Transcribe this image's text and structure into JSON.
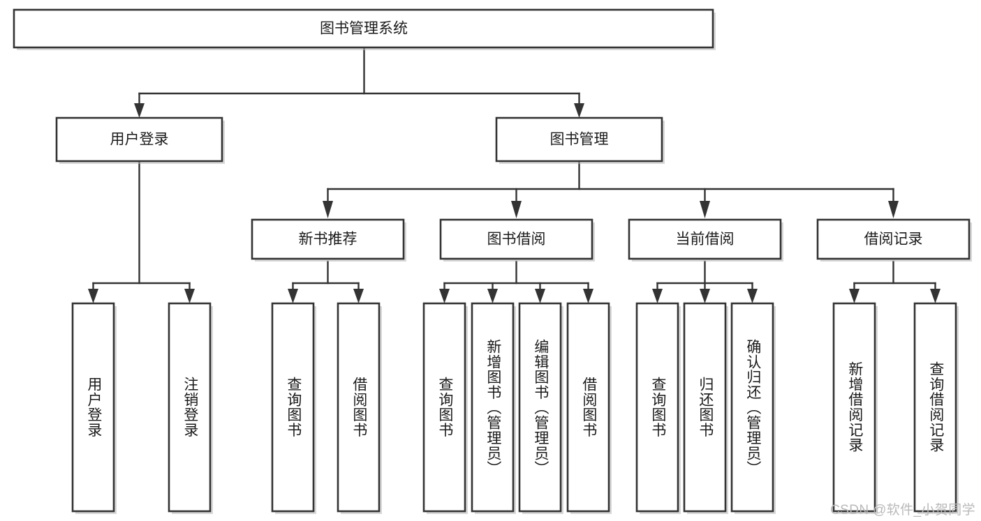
{
  "diagram": {
    "title": "图书管理系统",
    "type": "tree-hierarchy",
    "watermark": "CSDN @软件_小贺同学",
    "colors": {
      "background": "#ffffff",
      "box_border": "#333333",
      "box_fill": "#ffffff",
      "line": "#333333",
      "text": "#1a1a1a",
      "watermark": "#b9b9b9"
    },
    "root": {
      "id": "root",
      "label": "图书管理系统"
    },
    "level1": [
      {
        "id": "user-login",
        "label": "用户登录"
      },
      {
        "id": "book-manage",
        "label": "图书管理"
      }
    ],
    "level2": [
      {
        "id": "new-book-rec",
        "label": "新书推荐",
        "parent": "book-manage"
      },
      {
        "id": "book-borrow",
        "label": "图书借阅",
        "parent": "book-manage"
      },
      {
        "id": "current-borrow",
        "label": "当前借阅",
        "parent": "book-manage"
      },
      {
        "id": "borrow-record",
        "label": "借阅记录",
        "parent": "book-manage"
      }
    ],
    "leaves": [
      {
        "id": "leaf-user-login",
        "label": "用户登录",
        "parent": "user-login"
      },
      {
        "id": "leaf-logout",
        "label": "注销登录",
        "parent": "user-login"
      },
      {
        "id": "leaf-query-book-1",
        "label": "查询图书",
        "parent": "new-book-rec"
      },
      {
        "id": "leaf-borrow-book-1",
        "label": "借阅图书",
        "parent": "new-book-rec"
      },
      {
        "id": "leaf-query-book-2",
        "label": "查询图书",
        "parent": "book-borrow"
      },
      {
        "id": "leaf-add-book",
        "label": "新增图书（管理员）",
        "parent": "book-borrow"
      },
      {
        "id": "leaf-edit-book",
        "label": "编辑图书（管理员）",
        "parent": "book-borrow"
      },
      {
        "id": "leaf-borrow-book-2",
        "label": "借阅图书",
        "parent": "book-borrow"
      },
      {
        "id": "leaf-query-book-3",
        "label": "查询图书",
        "parent": "current-borrow"
      },
      {
        "id": "leaf-return-book",
        "label": "归还图书",
        "parent": "current-borrow"
      },
      {
        "id": "leaf-confirm-return",
        "label": "确认归还（管理员）",
        "parent": "current-borrow"
      },
      {
        "id": "leaf-add-record",
        "label": "新增借阅记录",
        "parent": "borrow-record"
      },
      {
        "id": "leaf-query-record",
        "label": "查询借阅记录",
        "parent": "borrow-record"
      }
    ]
  }
}
